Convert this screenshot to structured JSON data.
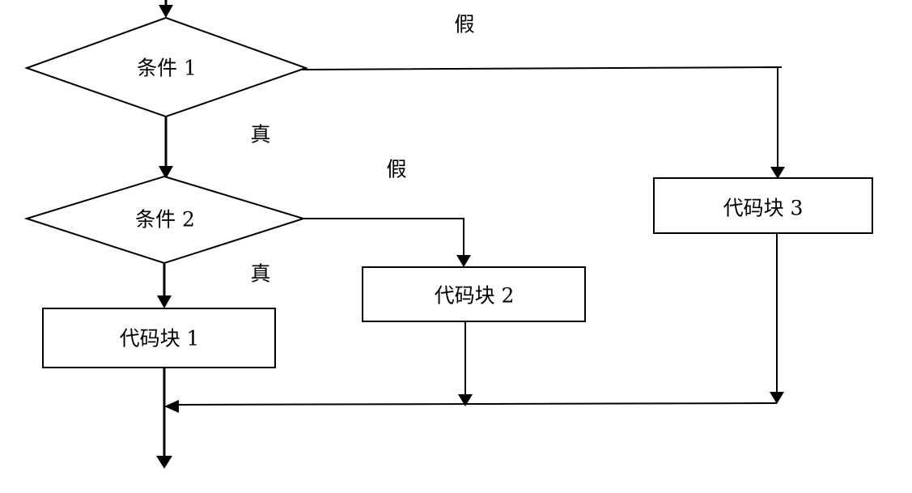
{
  "diagram": {
    "nodes": {
      "condition_1": "条件 1",
      "condition_2": "条件 2",
      "code_block_1": "代码块 1",
      "code_block_2": "代码块 2",
      "code_block_3": "代码块 3"
    },
    "edge_labels": {
      "cond1_false": "假",
      "cond1_true": "真",
      "cond2_false": "假",
      "cond2_true": "真"
    }
  }
}
